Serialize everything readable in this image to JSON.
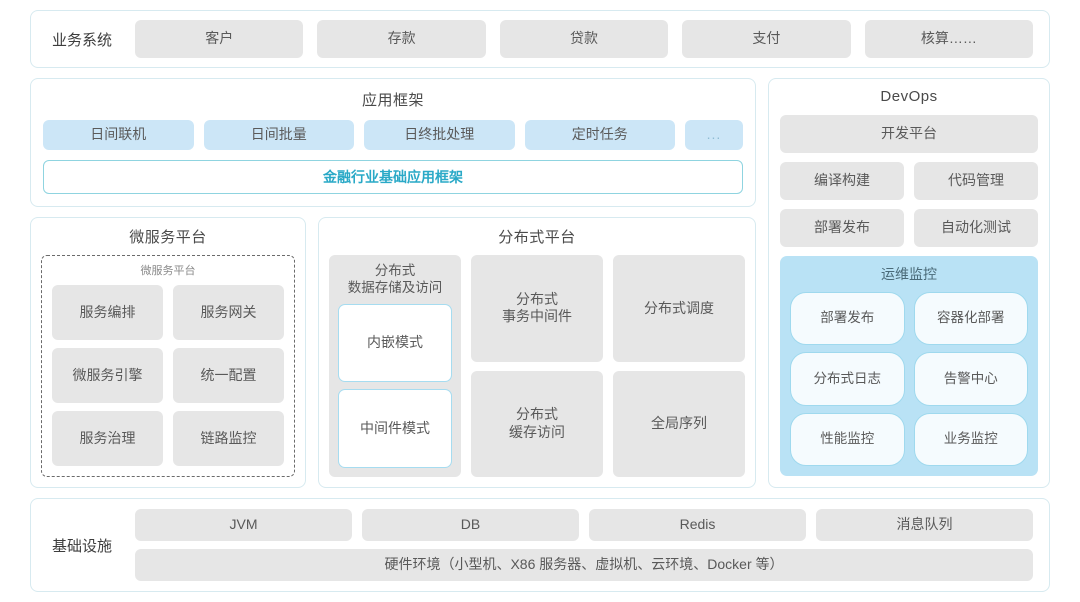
{
  "business_systems": {
    "label": "业务系统",
    "items": [
      "客户",
      "存款",
      "贷款",
      "支付",
      "核算……"
    ]
  },
  "app_framework": {
    "title": "应用框架",
    "chips": [
      "日间联机",
      "日间批量",
      "日终批处理",
      "定时任务"
    ],
    "ellipsis": "...",
    "base_framework": "金融行业基础应用框架"
  },
  "microservice_platform": {
    "title": "微服务平台",
    "inner_label": "微服务平台",
    "items": [
      "服务编排",
      "服务网关",
      "微服务引擎",
      "统一配置",
      "服务治理",
      "链路监控"
    ]
  },
  "distributed_platform": {
    "title": "分布式平台",
    "storage": {
      "title": "分布式\n数据存储及访问",
      "title_line1": "分布式",
      "title_line2": "数据存储及访问",
      "modes": [
        "内嵌模式",
        "中间件模式"
      ]
    },
    "cells": [
      "分布式\n事务中间件",
      "分布式调度",
      "分布式\n缓存访问",
      "全局序列"
    ],
    "cell_transaction_l1": "分布式",
    "cell_transaction_l2": "事务中间件",
    "cell_schedule": "分布式调度",
    "cell_cache_l1": "分布式",
    "cell_cache_l2": "缓存访问",
    "cell_sequence": "全局序列"
  },
  "devops": {
    "title": "DevOps",
    "platform": "开发平台",
    "pair1": [
      "编译构建",
      "代码管理"
    ],
    "pair2": [
      "部署发布",
      "自动化测试"
    ],
    "ops": {
      "title": "运维监控",
      "items": [
        "部署发布",
        "容器化部署",
        "分布式日志",
        "告警中心",
        "性能监控",
        "业务监控"
      ]
    }
  },
  "infrastructure": {
    "label": "基础设施",
    "items": [
      "JVM",
      "DB",
      "Redis",
      "消息队列"
    ],
    "hardware": "硬件环境（小型机、X86 服务器、虚拟机、云环境、Docker 等）"
  },
  "colors": {
    "panel_border": "#d7eaf0",
    "chip_gray": "#e6e6e6",
    "chip_blue": "#cce6f7",
    "accent_cyan": "#2aa9c7",
    "ops_bg": "#b9e2f5"
  }
}
